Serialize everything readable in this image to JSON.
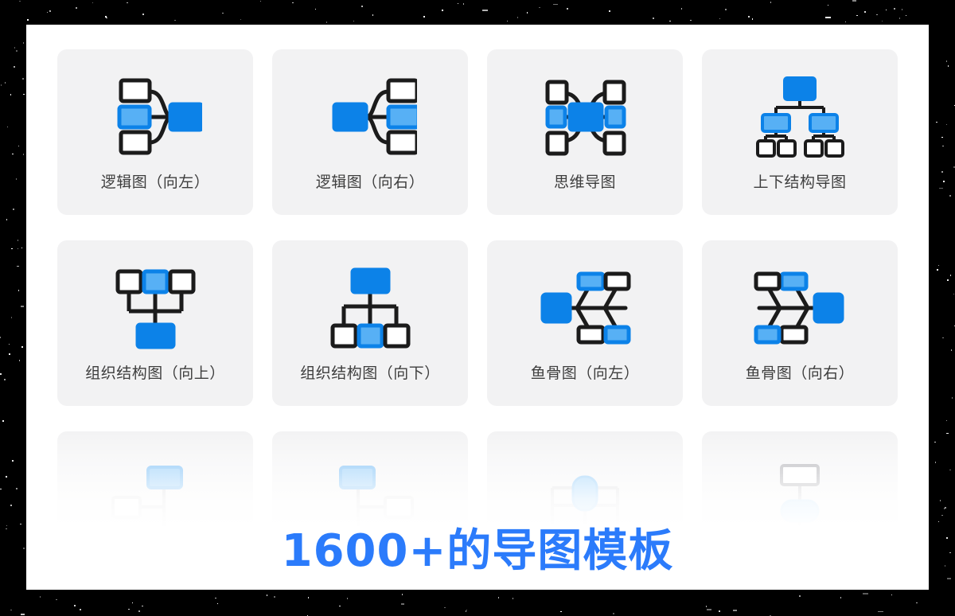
{
  "theme": {
    "backdrop_color": "#000000",
    "panel_color": "#ffffff",
    "card_color": "#f2f2f3",
    "label_color": "#3d3d3d",
    "accent_blue": "#0c82e8",
    "accent_blue_light": "#57b0f5",
    "node_stroke": "#1b1b1b",
    "overlay_text_color": "#2b7bfb"
  },
  "gallery": {
    "rows": [
      {
        "faded": false,
        "cards": [
          {
            "icon": "logic-diagram-left-icon",
            "label": "逻辑图（向左）"
          },
          {
            "icon": "logic-diagram-right-icon",
            "label": "逻辑图（向右）"
          },
          {
            "icon": "mind-map-icon",
            "label": "思维导图"
          },
          {
            "icon": "top-down-structure-icon",
            "label": "上下结构导图"
          }
        ]
      },
      {
        "faded": false,
        "cards": [
          {
            "icon": "org-chart-up-icon",
            "label": "组织结构图（向上）"
          },
          {
            "icon": "org-chart-down-icon",
            "label": "组织结构图（向下）"
          },
          {
            "icon": "fishbone-left-icon",
            "label": "鱼骨图（向左）"
          },
          {
            "icon": "fishbone-right-icon",
            "label": "鱼骨图（向右）"
          }
        ]
      },
      {
        "faded": true,
        "cards": [
          {
            "icon": "tree-partial-a-icon",
            "label": ""
          },
          {
            "icon": "tree-partial-b-icon",
            "label": ""
          },
          {
            "icon": "tree-partial-c-icon",
            "label": ""
          },
          {
            "icon": "tree-partial-d-icon",
            "label": ""
          }
        ]
      }
    ]
  },
  "overlay": {
    "headline": "1600+的导图模板"
  }
}
